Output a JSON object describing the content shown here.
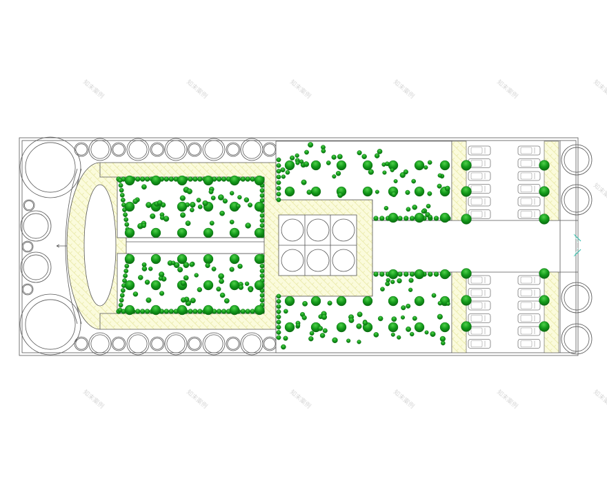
{
  "plan": {
    "colors": {
      "background": "#ffffff",
      "outline": "#555555",
      "paving": "#fbfbdc",
      "paving_hatch": "#e6e6a0",
      "tree_dark": "#0a7a12",
      "tree_light": "#4fd04a",
      "gate": "#3cc0b0"
    },
    "icons": [
      "tree-icon",
      "car-icon",
      "gate-icon"
    ],
    "parking_spaces_per_row": 6,
    "parking_rows": 4,
    "watermark": "知末案例"
  }
}
